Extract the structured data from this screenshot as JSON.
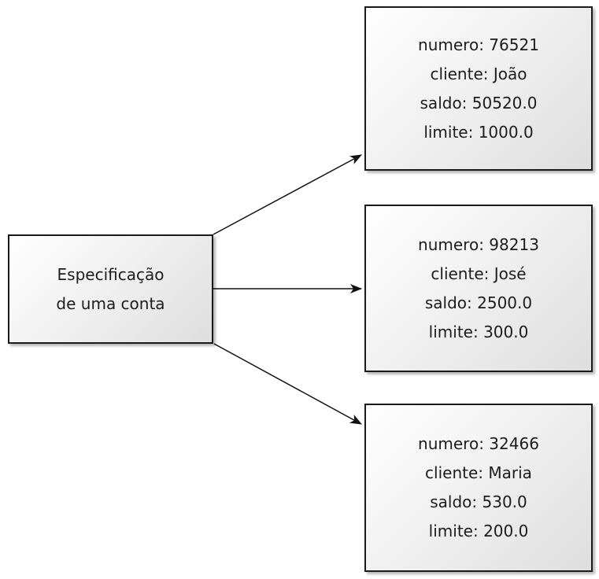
{
  "colors": {
    "background": "#ffffff",
    "node_border": "#1a1a1a",
    "node_fill_top": "#ffffff",
    "node_fill_bottom": "#dedede",
    "arrow": "#111111",
    "text": "#1c1c1c"
  },
  "source_node": {
    "lines": [
      "Especificação",
      "de uma conta"
    ]
  },
  "account_nodes": [
    {
      "numero": "76521",
      "cliente": "João",
      "saldo": "50520.0",
      "limite": "1000.0",
      "lines": [
        "numero: 76521",
        "cliente: João",
        "saldo: 50520.0",
        "limite: 1000.0"
      ]
    },
    {
      "numero": "98213",
      "cliente": "José",
      "saldo": "2500.0",
      "limite": "300.0",
      "lines": [
        "numero: 98213",
        "cliente: José",
        "saldo: 2500.0",
        "limite: 300.0"
      ]
    },
    {
      "numero": "32466",
      "cliente": "Maria",
      "saldo": "530.0",
      "limite": "200.0",
      "lines": [
        "numero: 32466",
        "cliente: Maria",
        "saldo: 530.0",
        "limite: 200.0"
      ]
    }
  ]
}
